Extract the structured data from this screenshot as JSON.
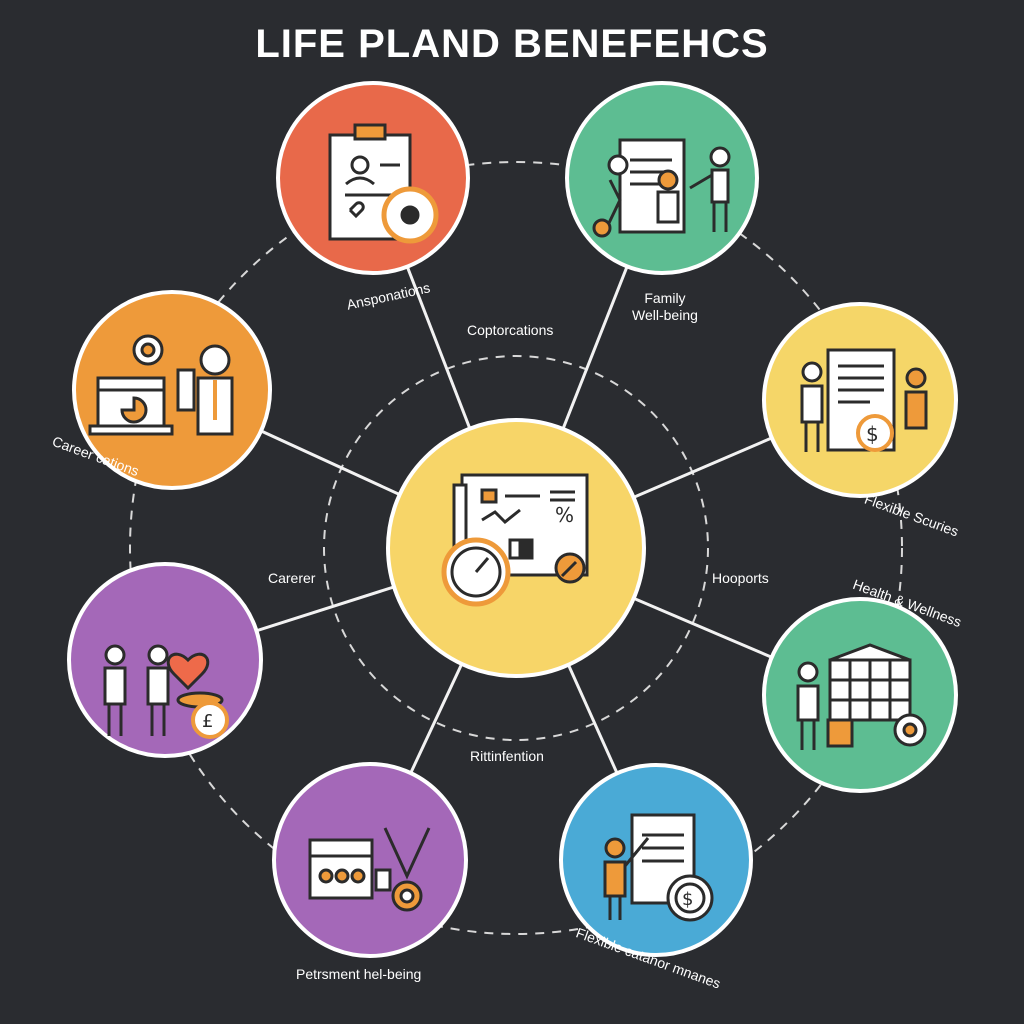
{
  "title": "LIFE PLAND BENEFEHCS",
  "center_labels": {
    "top": "Coptorcations",
    "left": "Carerer",
    "right": "Hooports",
    "bottom": "Rittinfention"
  },
  "nodes": [
    {
      "id": "node-1",
      "label": "Ansponations",
      "color": "#e8694a",
      "icon": "clipboard-clock-icon"
    },
    {
      "id": "node-2",
      "label_line1": "Family",
      "label_line2": "Well-being",
      "color": "#5dbd92",
      "icon": "family-presentation-icon"
    },
    {
      "id": "node-3",
      "label": "Flexible Scuries",
      "color": "#f5d668",
      "icon": "finance-meeting-icon"
    },
    {
      "id": "node-4",
      "label": "Health & Wellness",
      "color": "#5dbd92",
      "icon": "calendar-gear-icon"
    },
    {
      "id": "node-5",
      "label": "Flexible catanor mnanes",
      "color": "#4aaad6",
      "icon": "document-gear-icon"
    },
    {
      "id": "node-6",
      "label": "Petrsment hel-being",
      "color": "#a468b8",
      "icon": "calendar-stethoscope-icon"
    },
    {
      "id": "node-7",
      "label": "",
      "color": "#a468b8",
      "icon": "care-coins-icon"
    },
    {
      "id": "node-8",
      "label": "Career cations",
      "color": "#ee9a3a",
      "icon": "career-laptop-icon"
    }
  ],
  "hub": {
    "color": "#f7d568",
    "icon": "plan-dashboard-icon"
  }
}
